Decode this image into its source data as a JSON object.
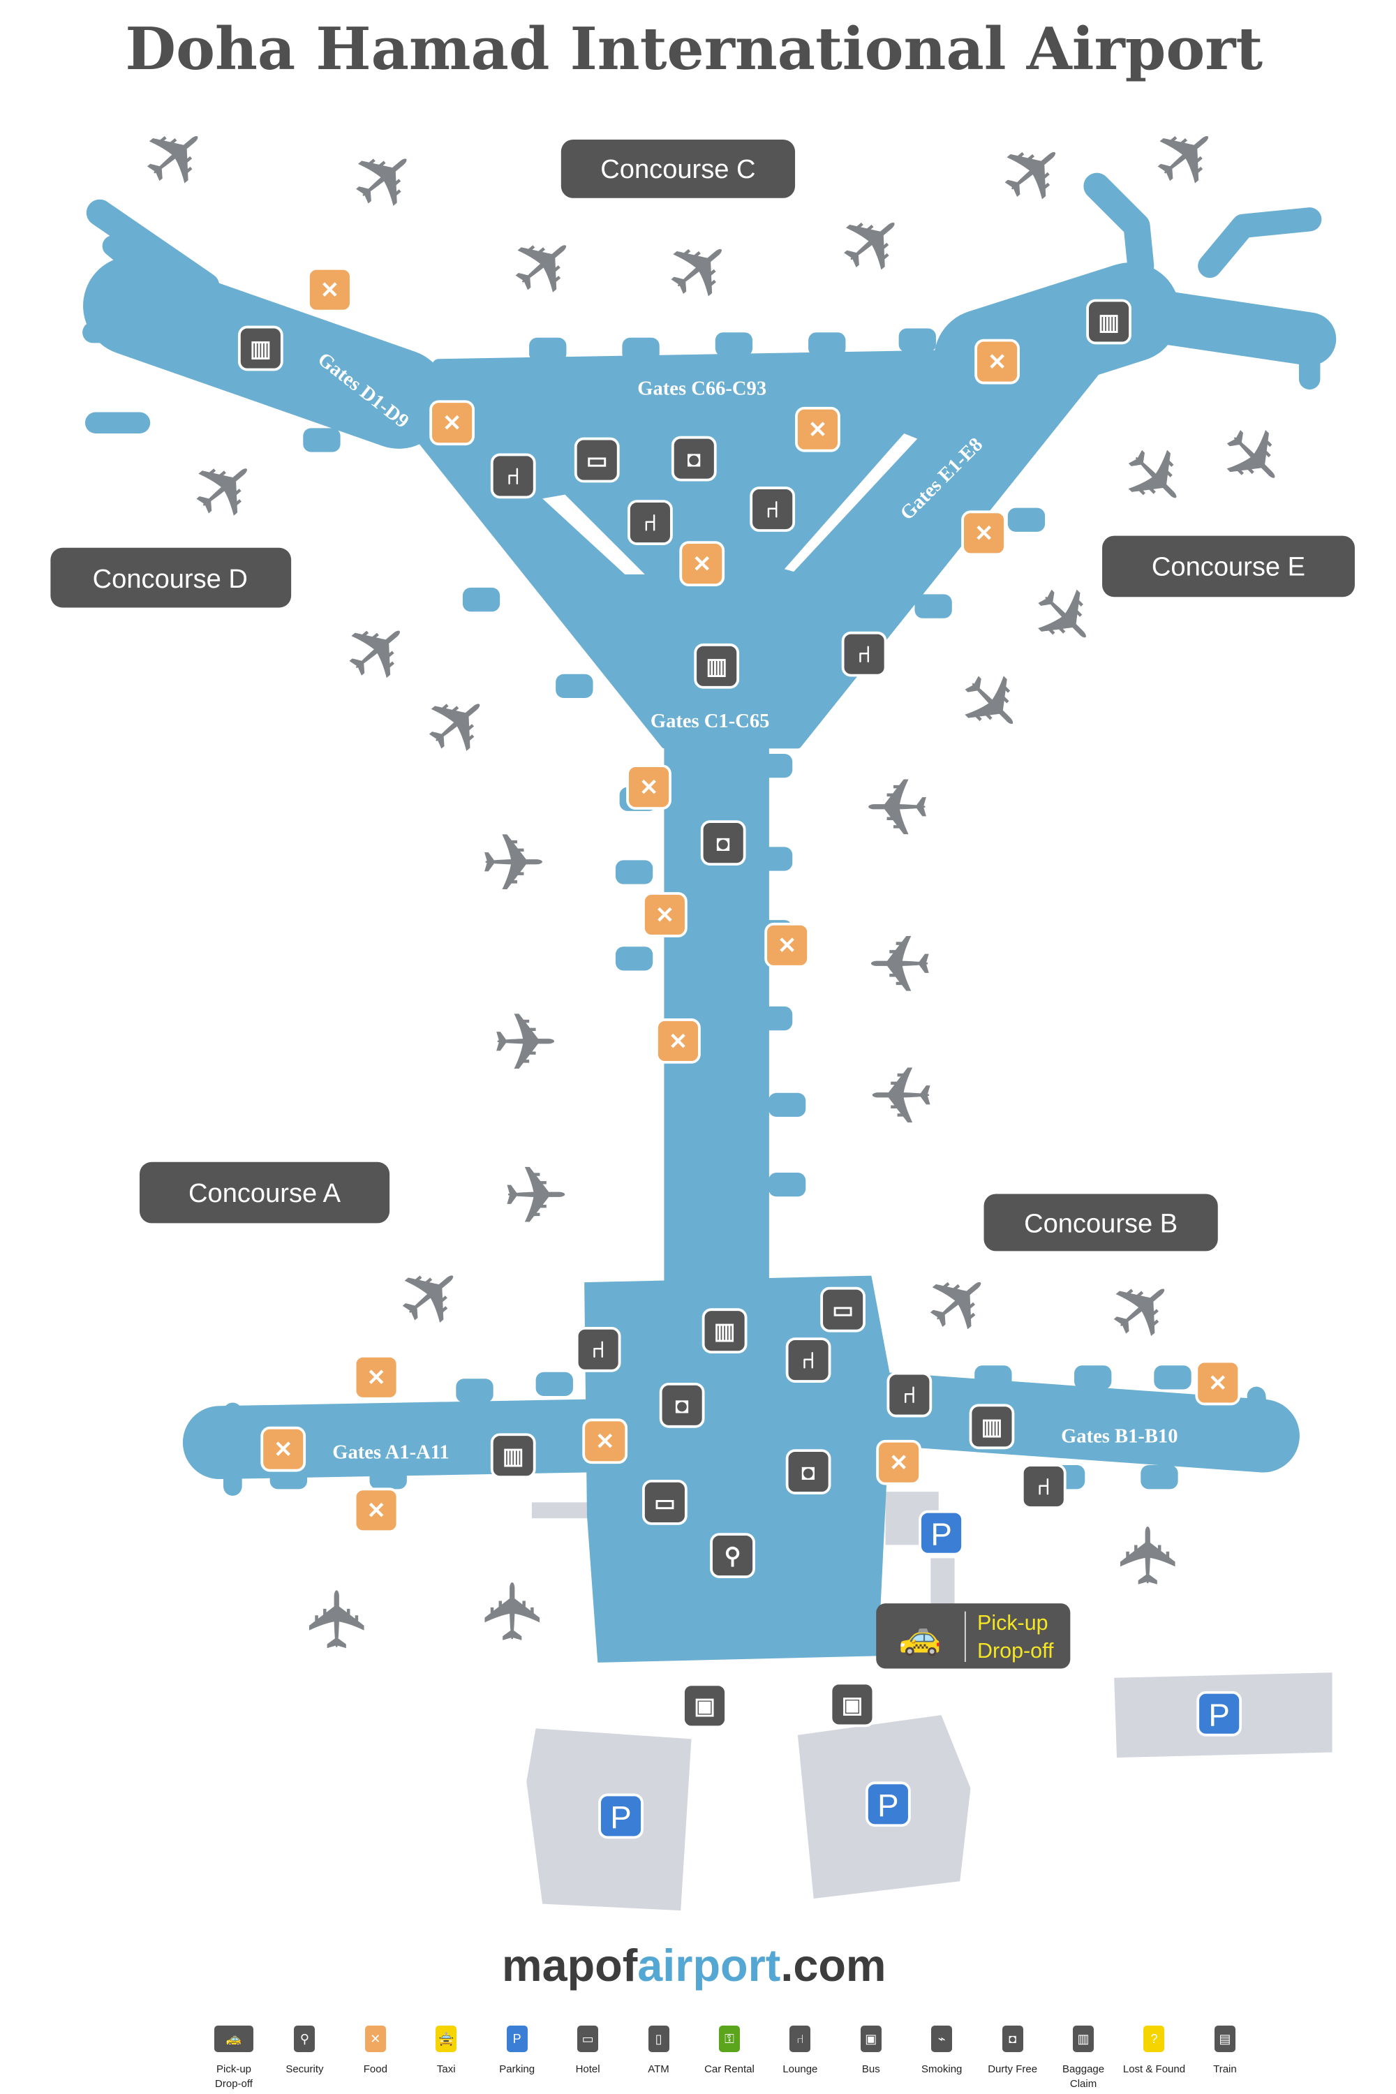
{
  "title": "Doha Hamad International Airport",
  "concourses": {
    "a": "Concourse A",
    "b": "Concourse B",
    "c": "Concourse C",
    "d": "Concourse D",
    "e": "Concourse E"
  },
  "gates": {
    "d": "Gates D1-D9",
    "c_upper": "Gates C66-C93",
    "e": "Gates E1-E8",
    "c_lower": "Gates C1-C65",
    "a": "Gates A1-A11",
    "b": "Gates B1-B10"
  },
  "pickup": {
    "line1": "Pick-up",
    "line2": "Drop-off"
  },
  "parking_letter": "P",
  "logo": {
    "part1": "mapof",
    "part2": "airport",
    "part3": ".com"
  },
  "colors": {
    "terminal": "#6aaed1",
    "food": "#f0a860",
    "icon": "#555555",
    "parking": "#3a7fd5",
    "lot": "#d3d6dc",
    "plane": "#808488",
    "label_bg": "#555555",
    "pickup_text": "#f5e625"
  },
  "legend": [
    {
      "label": "Pick-up Drop-off",
      "icon": "pickup-dropoff-icon"
    },
    {
      "label": "Security",
      "icon": "security-icon"
    },
    {
      "label": "Food",
      "icon": "food-icon"
    },
    {
      "label": "Taxi",
      "icon": "taxi-icon"
    },
    {
      "label": "Parking",
      "icon": "parking-icon"
    },
    {
      "label": "Hotel",
      "icon": "hotel-icon"
    },
    {
      "label": "ATM",
      "icon": "atm-icon"
    },
    {
      "label": "Car Rental",
      "icon": "car-rental-icon"
    },
    {
      "label": "Lounge",
      "icon": "lounge-icon"
    },
    {
      "label": "Bus",
      "icon": "bus-icon"
    },
    {
      "label": "Smoking",
      "icon": "smoking-icon"
    },
    {
      "label": "Durty Free",
      "icon": "duty-free-icon"
    },
    {
      "label": "Baggage Claim",
      "icon": "baggage-claim-icon"
    },
    {
      "label": "Lost & Found",
      "icon": "lost-found-icon"
    },
    {
      "label": "Train",
      "icon": "train-icon"
    }
  ]
}
